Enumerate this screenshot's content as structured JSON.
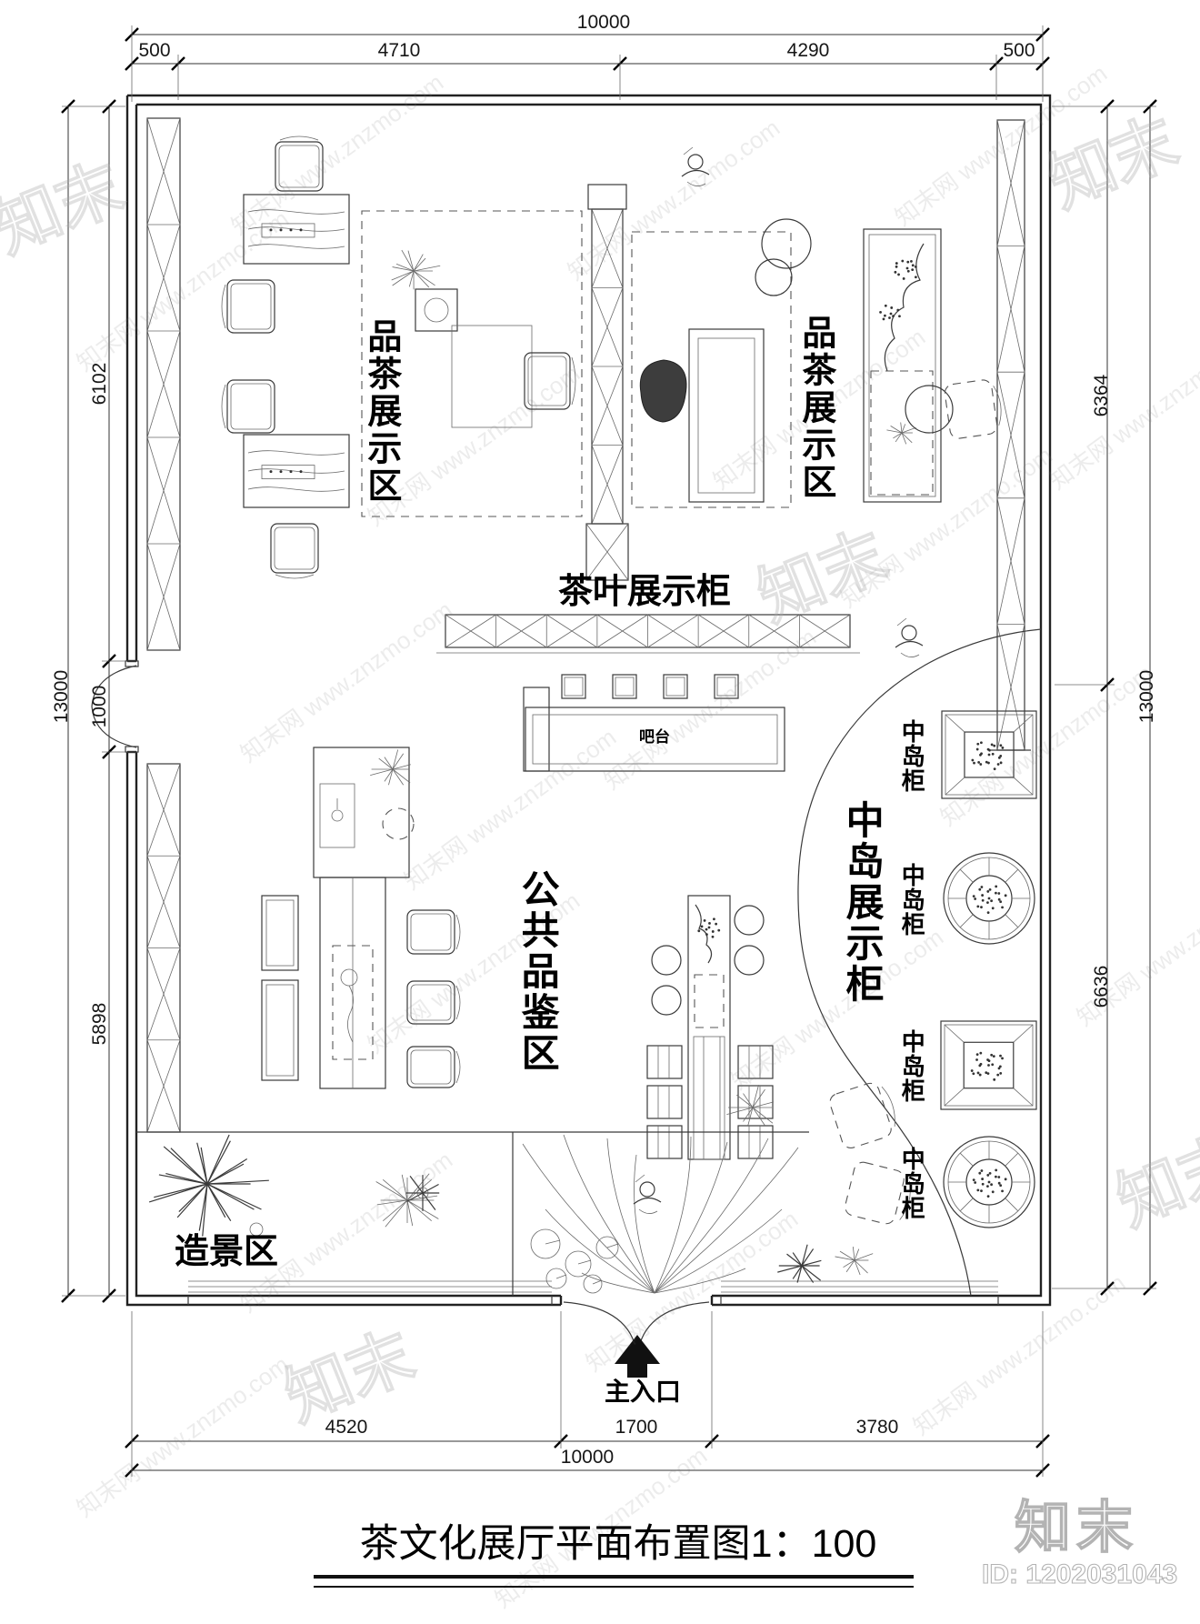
{
  "title": "茶文化展厅平面布置图1：100",
  "brand": {
    "logo": "知末",
    "id": "ID: 1202031043",
    "watermark": "知末网 www.znzmo.com"
  },
  "dimensions": {
    "top": {
      "overall": "10000",
      "segments": [
        "500",
        "4710",
        "4290",
        "500"
      ]
    },
    "bottom": {
      "overall": "10000",
      "segments": [
        "4520",
        "1700",
        "3780"
      ]
    },
    "left": {
      "overall": "13000",
      "segments": [
        "6102",
        "1000",
        "5898"
      ]
    },
    "right": {
      "overall": "13000",
      "segments": [
        "6364",
        "6636"
      ]
    }
  },
  "zones": {
    "tasting_left": "品茶展示区",
    "tasting_right": "品茶展示区",
    "tea_display_cabinet": "茶叶展示柜",
    "bar": "吧台",
    "public_tasting": "公共品鉴区",
    "island_display": "中岛展示柜",
    "island_cabinet": "中岛柜",
    "landscape": "造景区",
    "main_entrance": "主入口"
  }
}
